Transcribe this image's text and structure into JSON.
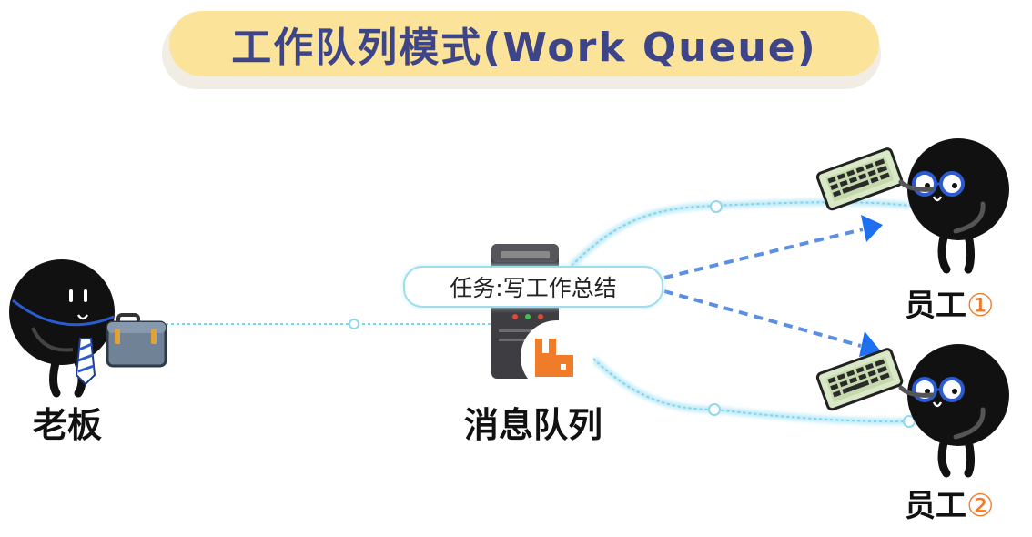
{
  "title": "工作队列模式(Work Queue)",
  "nodes": {
    "boss_label": "老板",
    "queue_label": "消息队列",
    "worker1": {
      "name": "员工",
      "num": "①"
    },
    "worker2": {
      "name": "员工",
      "num": "②"
    }
  },
  "task_label": "任务:写工作总结",
  "colors": {
    "title_bg": "#fbe49a",
    "title_text": "#3d4588",
    "link_glow": "#a9e4f5",
    "arrow": "#5b8fe6",
    "arrow_head": "#1f6ff0",
    "accent_orange": "#f07c2a"
  }
}
